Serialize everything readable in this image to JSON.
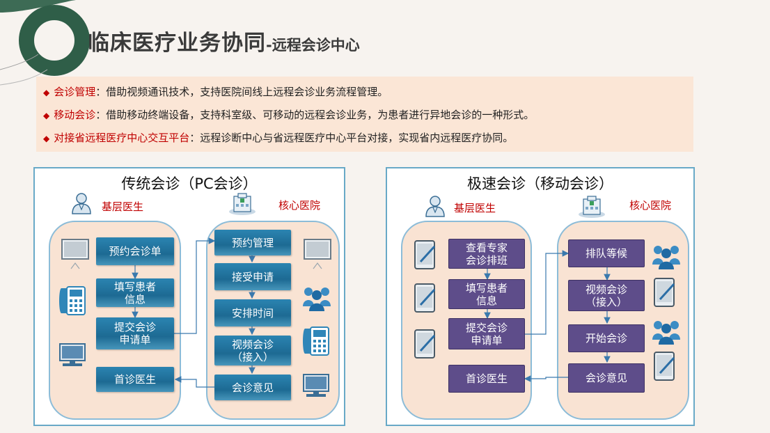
{
  "header": {
    "title_main": "临床医疗业务协同",
    "title_sub": "-远程会诊中心"
  },
  "colors": {
    "accent_green": "#4d7a62",
    "key_red": "#c00000",
    "blue_box": "#1d6a93",
    "purple_box": "#5e4d8a"
  },
  "intro": [
    {
      "key": "会诊管理",
      "text": "：借助视频通讯技术，支持医院间线上远程会诊业务流程管理。"
    },
    {
      "key": "移动会诊",
      "text": "：借助移动终端设备，支持科室级、可移动的远程会诊业务，为患者进行异地会诊的一种形式。"
    },
    {
      "key": "对接省远程医疗中心交互平台",
      "text": "：远程诊断中心与省远程医疗中心平台对接，实现省内远程医疗协同。"
    }
  ],
  "left_panel": {
    "title": "传统会诊（PC会诊）",
    "basic_label": "基层医生",
    "core_label": "核心医院",
    "basic_steps": [
      "预约会诊单",
      "填写患者\n信息",
      "提交会诊\n申请单",
      "首诊医生"
    ],
    "core_steps": [
      "预约管理",
      "接受申请",
      "安排时间",
      "视频会诊\n（接入）",
      "会诊意见"
    ],
    "icons": [
      "doctor-icon",
      "hospital-icon",
      "projector-screen-icon",
      "video-phone-icon",
      "desktop-computer-icon",
      "group-icon"
    ]
  },
  "right_panel": {
    "title": "极速会诊（移动会诊）",
    "basic_label": "基层医生",
    "core_label": "核心医院",
    "basic_steps": [
      "查看专家\n会诊排班",
      "填写患者\n信息",
      "提交会诊\n申请单",
      "首诊医生"
    ],
    "core_steps": [
      "排队等候",
      "视频会诊\n（接入）",
      "开始会诊",
      "会诊意见"
    ],
    "icons": [
      "doctor-icon",
      "hospital-icon",
      "tablet-icon",
      "group-icon"
    ]
  }
}
